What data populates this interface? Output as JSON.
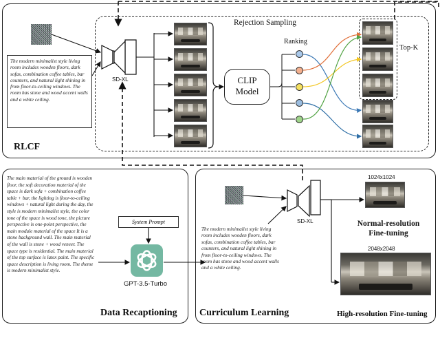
{
  "colors": {
    "ranking_circles": [
      "#a9c8ea",
      "#f3b08f",
      "#f4e060",
      "#9bbde0",
      "#9fd48a"
    ],
    "curve_colors": [
      "#3b78b5",
      "#e0703a",
      "#f2c520",
      "#2f6fa6",
      "#52a344"
    ],
    "gpt_icon_bg": "#74b8a2"
  },
  "rlcf": {
    "title": "RLCF",
    "prompt": "The modern minimalist style living room includes wooden floors, dark sofas, combination coffee tables, bar counters, and natural light shining in from floor-to-ceiling windows. The room has stone and wood accent walls and a white ceiling.",
    "model_label": "SD-XL",
    "rejection_sampling_label": "Rejection Sampling",
    "ranking_label": "Ranking",
    "clip_label_line1": "CLIP",
    "clip_label_line2": "Model",
    "topk_label": "Top-K"
  },
  "recaptioning": {
    "title": "Data Recaptioning",
    "caption": "The main material of the ground is wooden floor, the soft decoration material of the space is dark sofa + combination coffee table + bar, the lighting is floor-to-ceiling windows + natural light during the day, the style is modern minimalist style, the color tone of the space is wood tone, the picture perspective is one-point perspective, the main module material of the space It is a stone background wall. The main material of the wall is stone + wood veneer. The space type is residential. The main material of the top surface is latex paint. The specific space description is living room. The theme is modern minimalist style.",
    "system_prompt_label": "System Prompt",
    "model_label": "GPT-3.5-Turbo"
  },
  "curriculum": {
    "title": "Curriculum Learning",
    "prompt": "The modern minimalist style living room includes wooden floors, dark sofas, combination coffee tables, bar counters, and natural light shining in from floor-to-ceiling windows. The room has stone and wood accent walls and a white ceiling.",
    "model_label": "SD-XL",
    "res1": "1024x1024",
    "stage1_line1": "Normal-resolution",
    "stage1_line2": "Fine-tuning",
    "res2": "2048x2048",
    "stage2_label": "High-resolution Fine-tuning"
  }
}
